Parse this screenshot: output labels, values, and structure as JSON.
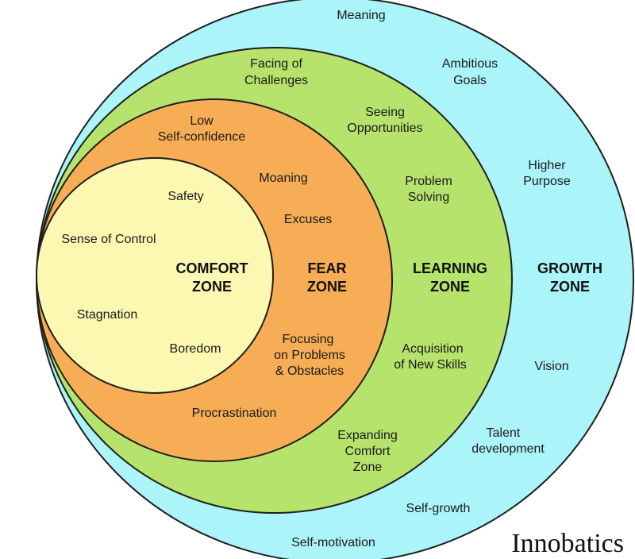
{
  "colors": {
    "growth": "#aaf4fa",
    "learning": "#b6e36c",
    "fear": "#f7ad55",
    "comfort": "#fcf8b2",
    "outline": "#1e1e1e"
  },
  "zones": {
    "growth": {
      "title": [
        "GROWTH",
        "ZONE"
      ],
      "items": [
        [
          "Meaning"
        ],
        [
          "Ambitious",
          "Goals"
        ],
        [
          "Higher",
          "Purpose"
        ],
        [
          "Vision"
        ],
        [
          "Talent",
          "development"
        ],
        [
          "Self-growth"
        ],
        [
          "Self-motivation"
        ]
      ]
    },
    "learning": {
      "title": [
        "LEARNING",
        "ZONE"
      ],
      "items": [
        [
          "Facing of",
          "Challenges"
        ],
        [
          "Seeing",
          "Opportunities"
        ],
        [
          "Problem",
          "Solving"
        ],
        [
          "Acquisition",
          "of New Skills"
        ],
        [
          "Expanding",
          "Comfort",
          "Zone"
        ]
      ]
    },
    "fear": {
      "title": [
        "FEAR",
        "ZONE"
      ],
      "items": [
        [
          "Low",
          "Self-confidence"
        ],
        [
          "Moaning"
        ],
        [
          "Excuses"
        ],
        [
          "Focusing",
          "on Problems",
          "& Obstacles"
        ],
        [
          "Procrastination"
        ]
      ]
    },
    "comfort": {
      "title": [
        "COMFORT",
        "ZONE"
      ],
      "items": [
        [
          "Safety"
        ],
        [
          "Sense of Control"
        ],
        [
          "Stagnation"
        ],
        [
          "Boredom"
        ]
      ]
    }
  },
  "credit": "Innobatics"
}
